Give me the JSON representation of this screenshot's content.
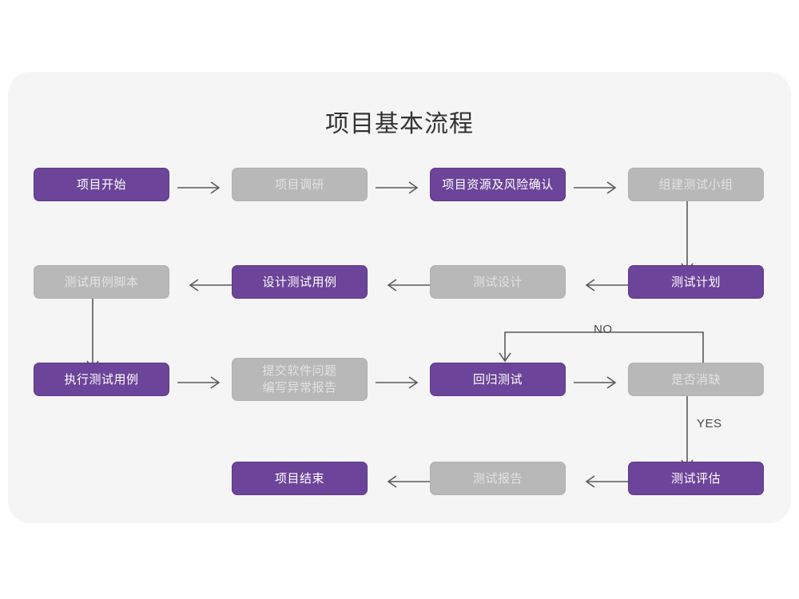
{
  "diagram": {
    "title": "项目基本流程",
    "colors": {
      "page_background": "#ffffff",
      "card_background": "#f5f5f5",
      "accent_purple": "#6c4499",
      "muted_gray": "#b8b8b8",
      "connector": "#5a5a5a",
      "title_text": "#333333"
    },
    "nodes": [
      {
        "id": "n1",
        "label": "项目开始",
        "style": "purple",
        "row": 1
      },
      {
        "id": "n2",
        "label": "项目调研",
        "style": "gray",
        "row": 1
      },
      {
        "id": "n3",
        "label": "项目资源及风险确认",
        "style": "purple",
        "row": 1
      },
      {
        "id": "n4",
        "label": "组建测试小组",
        "style": "gray",
        "row": 1
      },
      {
        "id": "n5",
        "label": "测试用例脚本",
        "style": "gray",
        "row": 2
      },
      {
        "id": "n6",
        "label": "设计测试用例",
        "style": "purple",
        "row": 2
      },
      {
        "id": "n7",
        "label": "测试设计",
        "style": "gray",
        "row": 2
      },
      {
        "id": "n8",
        "label": "测试计划",
        "style": "purple",
        "row": 2
      },
      {
        "id": "n9",
        "label": "执行测试用例",
        "style": "purple",
        "row": 3
      },
      {
        "id": "n10",
        "label": "提交软件问题\n编写异常报告",
        "style": "gray",
        "row": 3
      },
      {
        "id": "n11",
        "label": "回归测试",
        "style": "purple",
        "row": 3
      },
      {
        "id": "n12",
        "label": "是否消缺",
        "style": "gray",
        "row": 3
      },
      {
        "id": "n13",
        "label": "项目结束",
        "style": "purple",
        "row": 4
      },
      {
        "id": "n14",
        "label": "测试报告",
        "style": "gray",
        "row": 4
      },
      {
        "id": "n15",
        "label": "测试评估",
        "style": "purple",
        "row": 4
      }
    ],
    "edge_labels": {
      "no": "NO",
      "yes": "YES"
    }
  }
}
